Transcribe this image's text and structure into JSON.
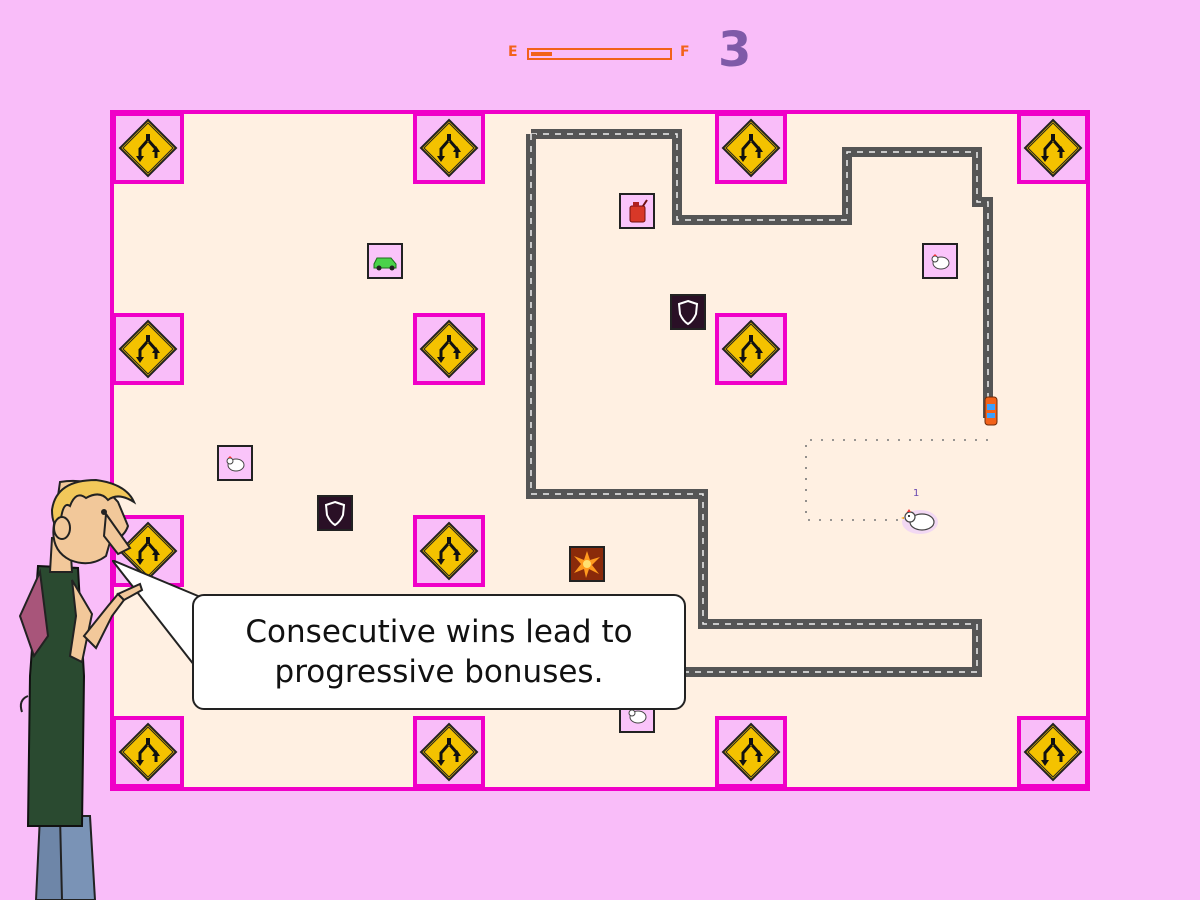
{
  "hud": {
    "fuel_empty_label": "E",
    "fuel_full_label": "F",
    "fuel_level": 0.15,
    "score": "3"
  },
  "pickups": {
    "icons": [
      "fuel-can-icon",
      "car-icon",
      "chicken-icon",
      "shield-icon",
      "explosion-icon"
    ]
  },
  "chicken": {
    "count": "1"
  },
  "tutorial": {
    "message": "Consecutive wins lead to progressive bonuses."
  },
  "colors": {
    "background": "#f9bdf9",
    "board": "#fff0e2",
    "border": "#f000c8",
    "fuel": "#f2621a",
    "score": "#7f5aa8",
    "sign": "#f4c200"
  }
}
